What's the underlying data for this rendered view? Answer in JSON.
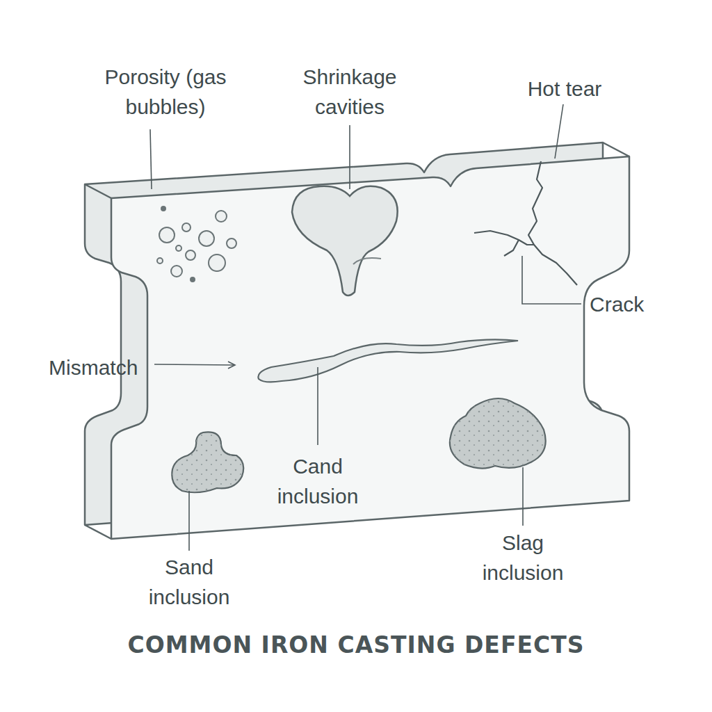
{
  "diagram": {
    "title": "COMMON IRON CASTING DEFECTS",
    "labels": [
      "Porosity (gas bubbles)",
      "Shrinkage cavities",
      "Hot tear",
      "Crack",
      "Mismatch",
      "Cand inclusion",
      "Sand inclusion",
      "Slag inclusion"
    ]
  }
}
